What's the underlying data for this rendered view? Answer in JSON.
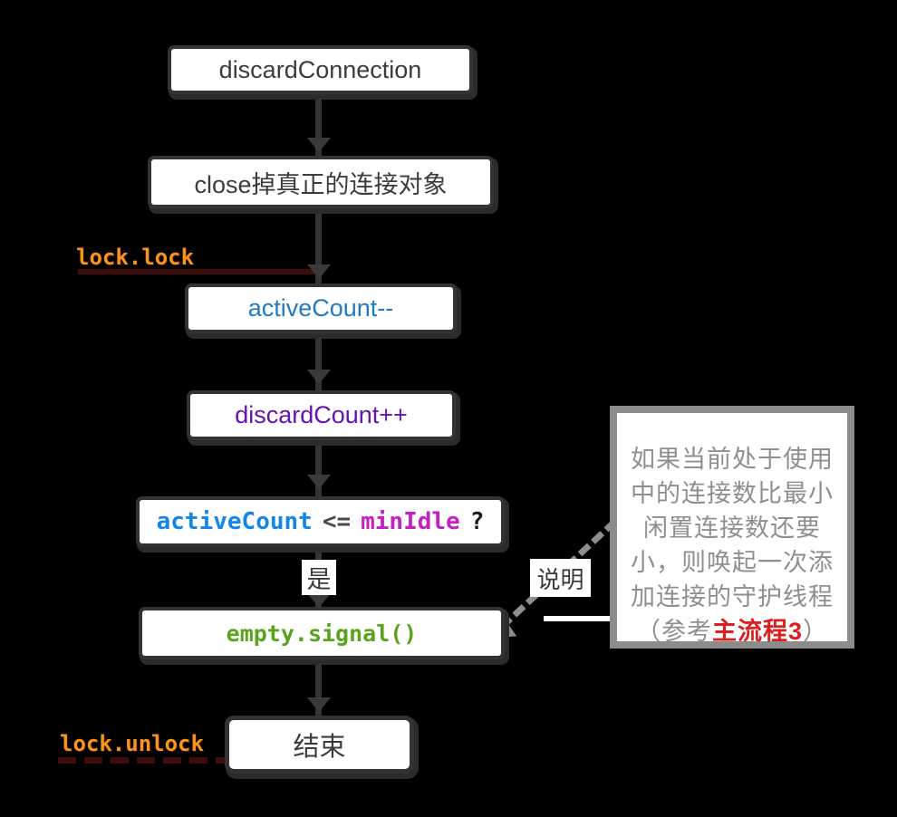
{
  "colors": {
    "background": "#000000",
    "node_border": "#333333",
    "node_text": "#3c3c3c",
    "blue": "#1f7bc4",
    "blue_bright": "#1486e8",
    "purple": "#6612b5",
    "magenta": "#c31fc3",
    "operator_gray": "#4a4a4a",
    "question_dark": "#1a1a1a",
    "green": "#58a41e",
    "orange": "#f7941d",
    "red": "#dd1f1f",
    "note_text_gray": "#8f8f8f",
    "note_border_gray": "#8c8c8c",
    "connector_dark": "#333333",
    "maroon": "#3f0d0d"
  },
  "nodes": {
    "start": {
      "label": "discardConnection"
    },
    "close": {
      "label": "close掉真正的连接对象"
    },
    "decrement": {
      "label": "activeCount--"
    },
    "increment": {
      "label": "discardCount++"
    },
    "decision": {
      "left": "activeCount",
      "op": "<=",
      "right": "minIdle",
      "q": "?"
    },
    "signal": {
      "label": "empty.signal()"
    },
    "end": {
      "label": "结束"
    }
  },
  "labels": {
    "yes": "是",
    "lock": "lock.lock",
    "unlock": "lock.unlock",
    "callout": "说明"
  },
  "note": {
    "lines": [
      "如果当前处于使用",
      "中的连接数比最小",
      "闲置连接数还要",
      "小，则唤起一次添",
      "加连接的守护线程"
    ],
    "last": {
      "prefix": "（参考",
      "highlight": "主流程3",
      "suffix": "）"
    }
  }
}
